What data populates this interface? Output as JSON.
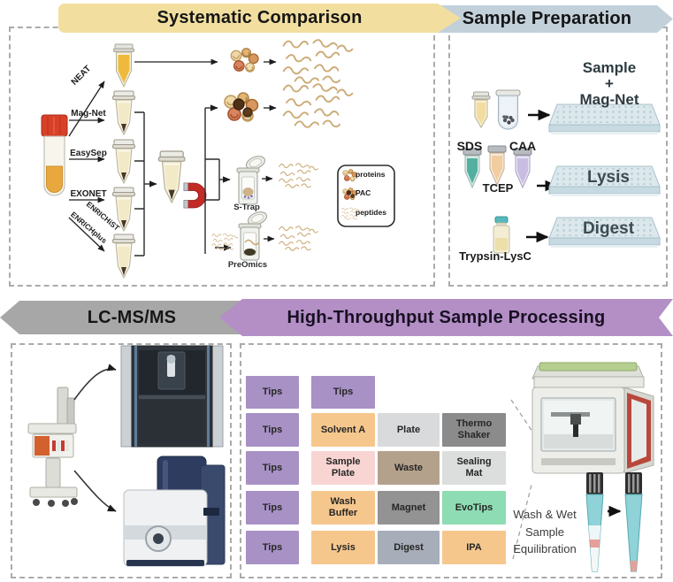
{
  "banners": {
    "systematic_comparison": "Systematic Comparison",
    "sample_preparation": "Sample Preparation",
    "lc_ms_ms": "LC-MS/MS",
    "high_throughput": "High-Throughput Sample Processing"
  },
  "colors": {
    "banner_yellow": "#f2df9f",
    "banner_blue": "#c2d0da",
    "banner_gray": "#a7a7a7",
    "banner_purple": "#b38fc6",
    "deck_purple": "#a891c5",
    "deck_orange": "#f6c78d",
    "deck_pink": "#f8d5d3",
    "deck_tan": "#b4a18c",
    "deck_light_gray": "#d9dadb",
    "deck_dark_gray": "#8b8b8b",
    "deck_mid_gray": "#939393",
    "deck_blue_gray": "#a7aeb9",
    "deck_mint": "#8edcb3"
  },
  "icons": {
    "blood-tube": "svg-shape",
    "microcentrifuge-tube": "svg-shape",
    "magnet": "svg-shape",
    "proteins": "svg-shape",
    "pac-beads": "svg-shape",
    "peptides": "svg-shape",
    "well-plate": "svg-shape",
    "reagent-tube": "svg-shape",
    "enzyme-vial": "svg-shape",
    "lc-system": "svg-shape",
    "mass-spectrometer": "svg-shape",
    "liquid-handler": "svg-shape",
    "evotip": "svg-shape"
  },
  "systematic": {
    "methods": [
      "NEAT",
      "Mag-Net",
      "EasySep",
      "EXONET",
      "ENRICHiST",
      "ENRICHplus"
    ],
    "strap_label": "S-Trap",
    "preomics_label": "PreOmics",
    "legend": {
      "proteins": "proteins",
      "pac": "PAC",
      "peptides": "peptides"
    }
  },
  "sample_prep": {
    "step1_title": "Sample\n+\nMag-Net",
    "reagent_sds": "SDS",
    "reagent_caa": "CAA",
    "reagent_tcep": "TCEP",
    "step2_label": "Lysis",
    "enzyme_label": "Trypsin-LysC",
    "step3_label": "Digest"
  },
  "deck": {
    "rows": [
      {
        "cells": [
          {
            "label": "Tips"
          },
          {
            "label": "Tips"
          },
          null,
          null
        ]
      },
      {
        "cells": [
          {
            "label": "Tips"
          },
          {
            "label": "Solvent A"
          },
          {
            "label": "Plate"
          },
          {
            "label": "Thermo\nShaker"
          }
        ]
      },
      {
        "cells": [
          {
            "label": "Tips"
          },
          {
            "label": "Sample\nPlate"
          },
          {
            "label": "Waste"
          },
          {
            "label": "Sealing\nMat"
          }
        ]
      },
      {
        "cells": [
          {
            "label": "Tips"
          },
          {
            "label": "Wash\nBuffer"
          },
          {
            "label": "Magnet"
          },
          {
            "label": "EvoTips"
          }
        ]
      },
      {
        "cells": [
          {
            "label": "Tips"
          },
          {
            "label": "Lysis"
          },
          {
            "label": "Digest"
          },
          {
            "label": "IPA"
          }
        ]
      }
    ],
    "note": "Wash & Wet\nSample\nEquilibration"
  }
}
